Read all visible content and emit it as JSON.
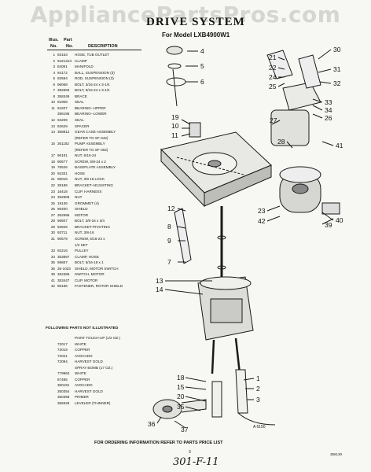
{
  "watermark": "AppliancePartsPros.com",
  "title": "DRIVE SYSTEM",
  "model": "For Model LXB4900W1",
  "table": {
    "header_ill": "Illus.",
    "header_part": "Part",
    "header_no1": "No.",
    "header_no2": "No.",
    "header_desc": "DESCRIPTION",
    "rows": [
      [
        "1",
        "93163",
        "HOSE, TUB OUTLET"
      ],
      [
        "2",
        "9421313",
        "CLAMP"
      ],
      [
        "3",
        "84091",
        "MANIFOLD"
      ],
      [
        "4",
        "94172",
        "BALL, SUSPENSION (3)"
      ],
      [
        "5",
        "82584",
        "ROD, SUSPENSION (3)"
      ],
      [
        "6",
        "96068",
        "BOLT, 3/16-24 x 3-1/4"
      ],
      [
        "7",
        "392693",
        "BOLT, 9/16-24 x 3-1/4"
      ],
      [
        "8",
        "358348",
        "BRACE"
      ],
      [
        "10",
        "91908",
        "SEAL"
      ],
      [
        "11",
        "94207",
        "BEARING--UPPER"
      ],
      [
        "",
        "356195",
        "BEARING--LOWER"
      ],
      [
        "12",
        "94209",
        "SEAL"
      ],
      [
        "13",
        "92629",
        "SPACER"
      ],
      [
        "14",
        "358812",
        "GEAR CASE ASSEMBLY"
      ],
      [
        "",
        "",
        "(REFER TO SF-342)"
      ],
      [
        "15",
        "361182",
        "PUMP ASSEMBLY"
      ],
      [
        "",
        "",
        "(REFER TO SF-362)"
      ],
      [
        "17",
        "96181",
        "NUT, 5/16-24"
      ],
      [
        "18",
        "90577",
        "SCREW, 5/8-24 x 2"
      ],
      [
        "19",
        "76526",
        "BASEPLATE ASSEMBLY"
      ],
      [
        "20",
        "92331",
        "HOSE"
      ],
      [
        "21",
        "96016",
        "NUT, 3/8 16 LOCK"
      ],
      [
        "22",
        "38186",
        "BRACKET-ADJUSTING"
      ],
      [
        "23",
        "16418",
        "CLIP, HARNESS"
      ],
      [
        "24",
        "352909",
        "NUT"
      ],
      [
        "25",
        "19136",
        "GROMMET (4)"
      ],
      [
        "26",
        "96400",
        "SHIELD"
      ],
      [
        "27",
        "352996",
        "MOTOR"
      ],
      [
        "28",
        "96507",
        "BOLT, 3/8-16 x 3/4"
      ],
      [
        "29",
        "93949",
        "BRACKET-PIVOTING"
      ],
      [
        "30",
        "93711",
        "NUT, 3/8-16"
      ],
      [
        "31",
        "90579",
        "SCREW, 5/16-24 x"
      ],
      [
        "",
        "",
        "1/2 SET"
      ],
      [
        "33",
        "92216",
        "PULLEY"
      ],
      [
        "34",
        "353897",
        "CLAMP, HOSE"
      ],
      [
        "35",
        "96867",
        "BOLT, 5/16-18 x 1"
      ],
      [
        "36",
        "35-1023",
        "SHIELD, MOTOR SWITCH"
      ],
      [
        "39",
        "362386",
        "SWITCH, MOTOR"
      ],
      [
        "41",
        "353447",
        "CLIP, MOTOR"
      ],
      [
        "42",
        "96186",
        "FASTENER, ROTOR SHIELD"
      ]
    ]
  },
  "not_illustrated_heading": "FOLLOWING PARTS NOT ILLUSTRATED",
  "paint": {
    "rows": [
      [
        "",
        "",
        "PAINT TOUCH-UP (1/2 OZ.)"
      ],
      [
        "",
        "72017",
        "WHITE"
      ],
      [
        "",
        "72019",
        "COPPER"
      ],
      [
        "",
        "72021",
        "AVOCADO"
      ],
      [
        "",
        "72094",
        "HARVEST GOLD"
      ],
      [
        "",
        "",
        "SPRAY BOMB (17 OZ.)"
      ],
      [
        "",
        "779963",
        "WHITE"
      ],
      [
        "",
        "87485",
        "COPPER"
      ],
      [
        "",
        "350191",
        "AVOCADO"
      ],
      [
        "",
        "350354",
        "HARVEST GOLD"
      ],
      [
        "",
        "350358",
        "PRIMER"
      ],
      [
        "",
        "356928",
        "LEVELER (THINNER)"
      ]
    ]
  },
  "callouts": [
    "4",
    "5",
    "6",
    "19",
    "10",
    "11",
    "12",
    "8",
    "9",
    "7",
    "13",
    "14",
    "18",
    "15",
    "1",
    "2",
    "20",
    "35",
    "3",
    "36",
    "37",
    "21",
    "22",
    "24",
    "25",
    "30",
    "31",
    "32",
    "33",
    "34",
    "26",
    "27",
    "28",
    "41",
    "40",
    "23",
    "42",
    "39"
  ],
  "footer": "FOR ORDERING INFORMATION REFER TO PARTS PRICE LIST",
  "page_number": "3",
  "doc_code": "356130",
  "art_number": "A 6150",
  "handwriting": "301-F-11"
}
